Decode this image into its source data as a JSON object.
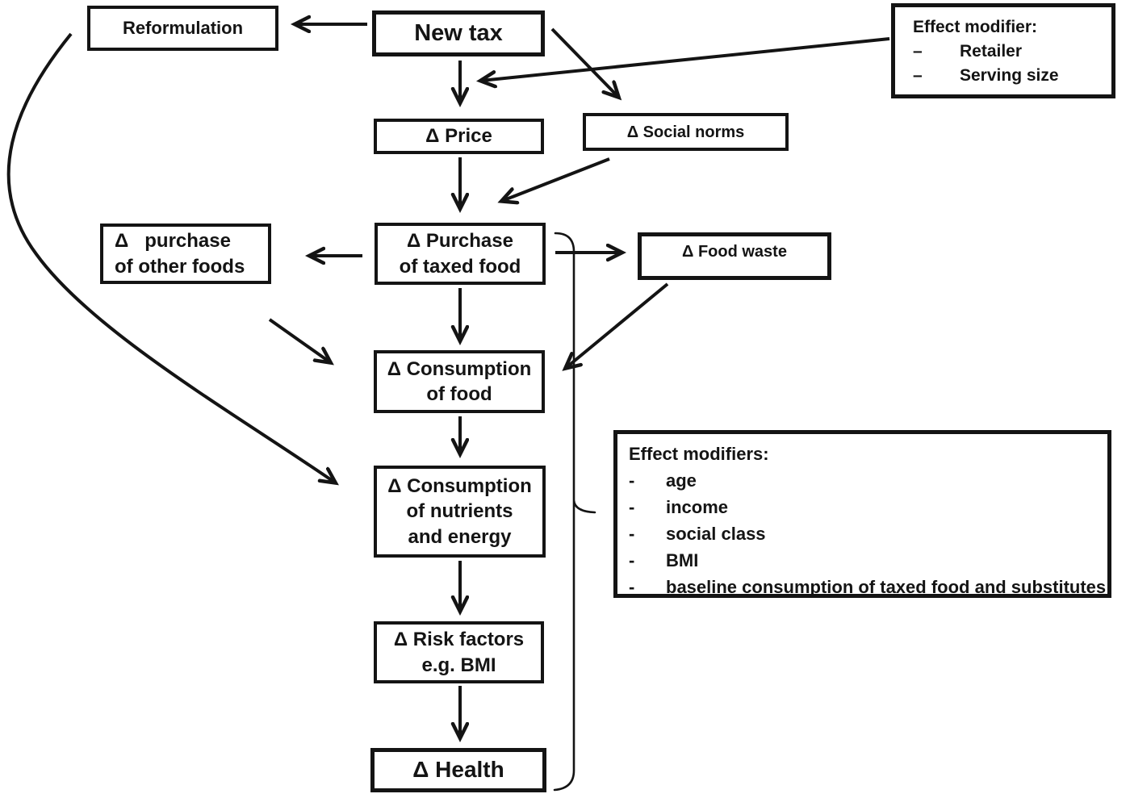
{
  "diagram": {
    "nodes": {
      "reformulation": {
        "label": "Reformulation"
      },
      "new_tax": {
        "label": "New tax"
      },
      "price": {
        "label": "Δ Price"
      },
      "social_norms": {
        "label": "Δ Social norms"
      },
      "purchase_taxed": {
        "line1": "Δ Purchase",
        "line2": "of taxed food"
      },
      "purchase_other": {
        "line1": "Δ   purchase",
        "line2": "of other foods"
      },
      "food_waste": {
        "label": "Δ Food waste"
      },
      "consumption_food": {
        "line1": "Δ Consumption",
        "line2": "of food"
      },
      "consumption_nutrients": {
        "line1": "Δ Consumption",
        "line2": "of nutrients",
        "line3": "and energy"
      },
      "risk_factors": {
        "line1": "Δ Risk factors",
        "line2": "e.g. BMI"
      },
      "health": {
        "label": "Δ Health"
      }
    },
    "effect_modifier_top": {
      "title": "Effect modifier:",
      "bullet": "–",
      "items": [
        "Retailer",
        "Serving size"
      ]
    },
    "effect_modifiers_bottom": {
      "title": "Effect modifiers:",
      "bullet": "-",
      "items": [
        "age",
        "income",
        "social class",
        "BMI",
        "baseline consumption of taxed food and substitutes"
      ]
    },
    "colors": {
      "ink": "#141414",
      "background": "#ffffff"
    }
  }
}
